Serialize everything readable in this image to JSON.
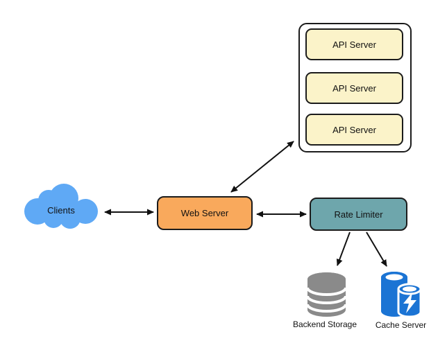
{
  "diagram": {
    "nodes": {
      "clients": {
        "label": "Clients",
        "shape": "cloud",
        "color": "#5FA9F5"
      },
      "web_server": {
        "label": "Web Server",
        "fill": "#F9A95C"
      },
      "rate_limiter": {
        "label": "Rate Limiter",
        "fill": "#6EA6AC"
      },
      "api_cluster": {
        "fill": "#FBF3C9",
        "servers": [
          {
            "label": "API Server"
          },
          {
            "label": "API Server"
          },
          {
            "label": "API Server"
          }
        ]
      },
      "backend_storage": {
        "label": "Backend Storage",
        "icon": "database-icon",
        "color": "#8A8A8A"
      },
      "cache_server": {
        "label": "Cache Server",
        "icon": "cache-database-icon",
        "color": "#1B74D4"
      }
    },
    "edges": [
      {
        "from": "clients",
        "to": "web_server",
        "direction": "bidirectional"
      },
      {
        "from": "web_server",
        "to": "rate_limiter",
        "direction": "bidirectional"
      },
      {
        "from": "web_server",
        "to": "api_cluster",
        "direction": "bidirectional"
      },
      {
        "from": "rate_limiter",
        "to": "backend_storage",
        "direction": "one-way"
      },
      {
        "from": "rate_limiter",
        "to": "cache_server",
        "direction": "one-way"
      }
    ]
  }
}
